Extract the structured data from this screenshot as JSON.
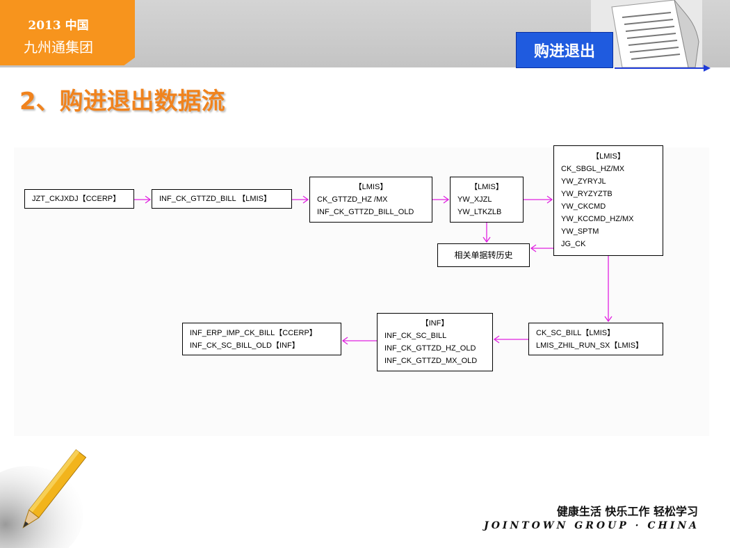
{
  "header": {
    "org_line1": "2013 中国",
    "org_line2": "九州通集团",
    "section_label": "购进退出"
  },
  "title": "2、购进退出数据流",
  "nodes": {
    "n1": [
      "JZT_CKJXDJ【CCERP】"
    ],
    "n2": [
      "INF_CK_GTTZD_BILL 【LMIS】"
    ],
    "n3": [
      "【LMIS】",
      "CK_GTTZD_HZ /MX",
      "INF_CK_GTTZD_BILL_OLD"
    ],
    "n4": [
      "【LMIS】",
      "YW_XJZL",
      "YW_LTKZLB"
    ],
    "n5": [
      "【LMIS】",
      "CK_SBGL_HZ/MX",
      "YW_ZYRYJL",
      "YW_RYZYZTB",
      "YW_CKCMD",
      "YW_KCCMD_HZ/MX",
      "YW_SPTM",
      "JG_CK"
    ],
    "n6": [
      "相关单据转历史"
    ],
    "n7": [
      "CK_SC_BILL【LMIS】",
      "LMIS_ZHIL_RUN_SX【LMIS】"
    ],
    "n8": [
      "【INF】",
      "INF_CK_SC_BILL",
      "INF_CK_GTTZD_HZ_OLD",
      "INF_CK_GTTZD_MX_OLD"
    ],
    "n9": [
      "INF_ERP_IMP_CK_BILL【CCERP】",
      "INF_CK_SC_BILL_OLD【INF】"
    ]
  },
  "colors": {
    "arrow": "#e020e0",
    "accent_orange": "#f7941d",
    "title_orange": "#f0831e",
    "badge_blue": "#1f5bdf"
  },
  "footer": {
    "slogan": "健康生活 快乐工作 轻松学习",
    "brand": "JOINTOWN GROUP · CHINA"
  }
}
